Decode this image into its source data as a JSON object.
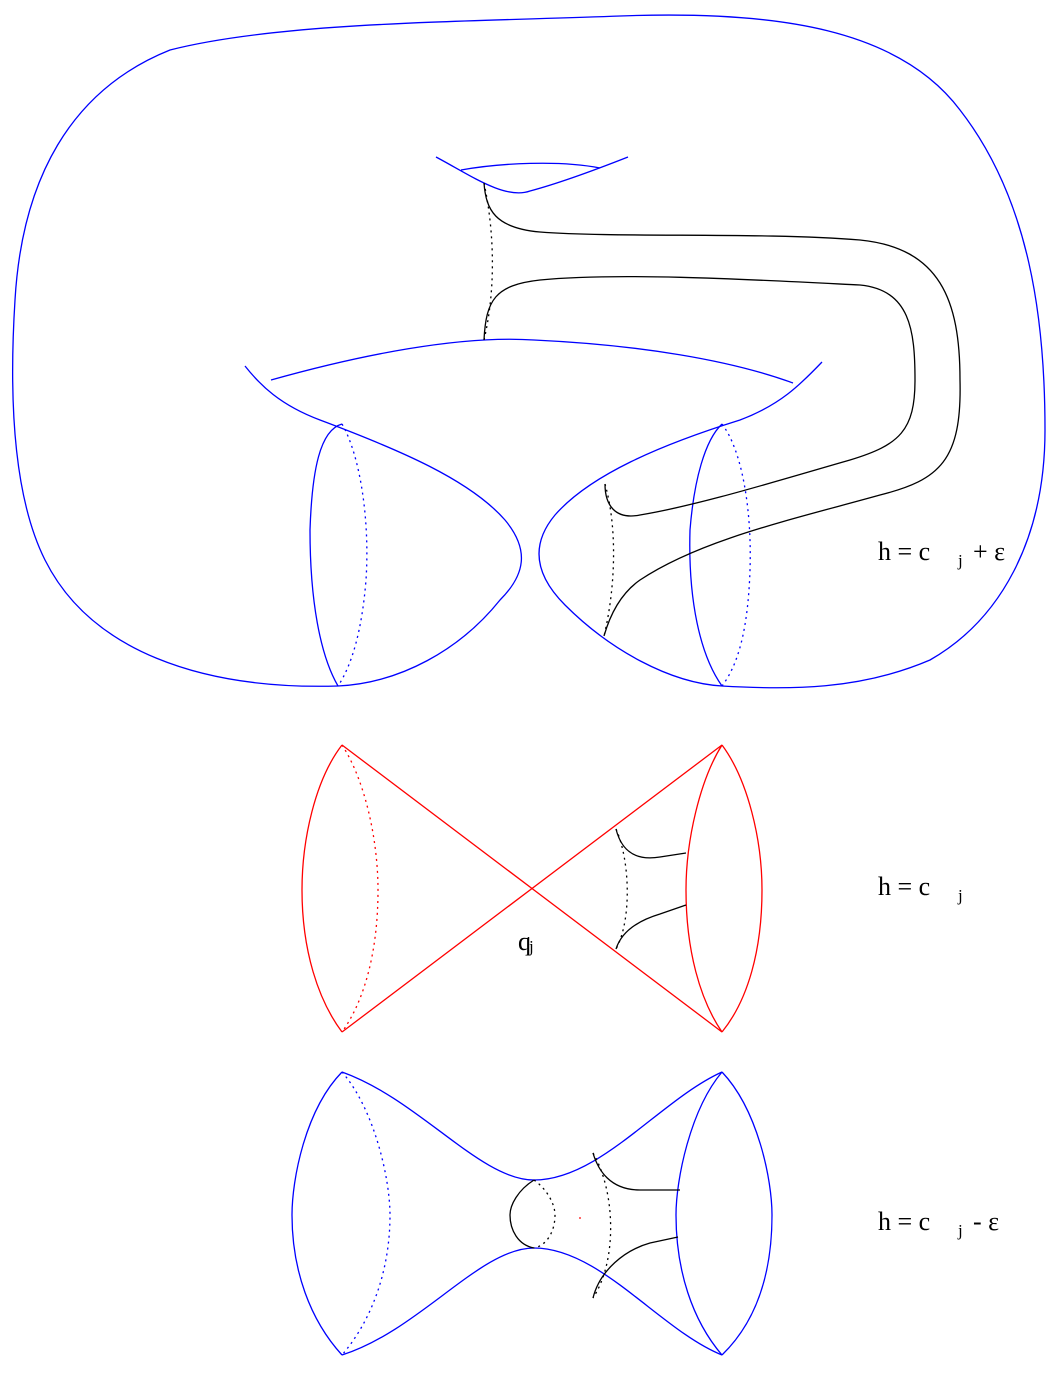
{
  "labels": {
    "top": {
      "main": "h = c",
      "sub": "j",
      "tail": "+ ε"
    },
    "middle": {
      "main": "h = c",
      "sub": "j"
    },
    "bottom": {
      "main": "h = c",
      "sub": "j",
      "tail": "- ε"
    },
    "critical_point": {
      "main": "q",
      "sub": "j"
    }
  },
  "colors": {
    "level_surface": "#0000ff",
    "critical_level": "#ff0000",
    "curves": "#000000"
  }
}
